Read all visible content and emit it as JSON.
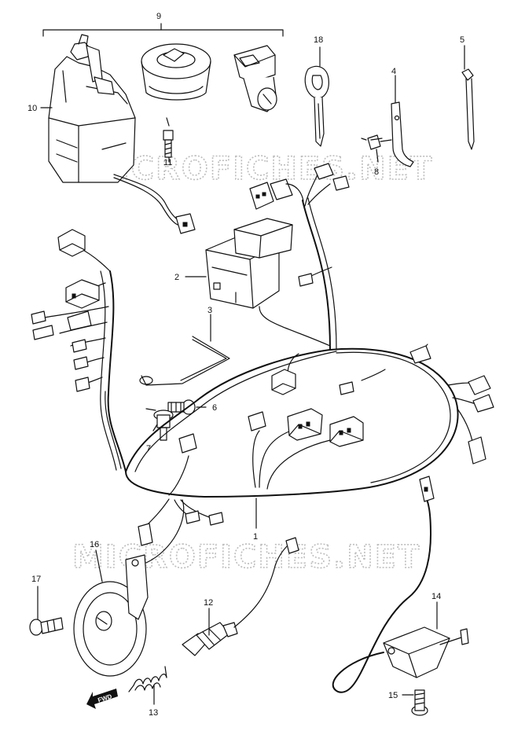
{
  "watermark": {
    "text": "MICROFICHES.NET"
  },
  "direction_marker": {
    "label": "FWD"
  },
  "callouts": {
    "ignition_switch_set": "9",
    "ignition_switch": "10",
    "screw_ignition": "11",
    "relay": "2",
    "bracket_wire": "3",
    "screw_bracket": "6",
    "screw_bracket_lower": "7",
    "key": "18",
    "clamp_bracket": "4",
    "screw_clamp": "8",
    "cable_tie": "5",
    "main_wiring_harness": "1",
    "horn": "16",
    "horn_bolt": "17",
    "neutral_switch": "12",
    "spring": "13",
    "side_stand_switch": "14",
    "side_stand_bolt": "15"
  },
  "colors": {
    "line": "#111111",
    "watermark": "#bdbdbd",
    "background": "#ffffff"
  }
}
